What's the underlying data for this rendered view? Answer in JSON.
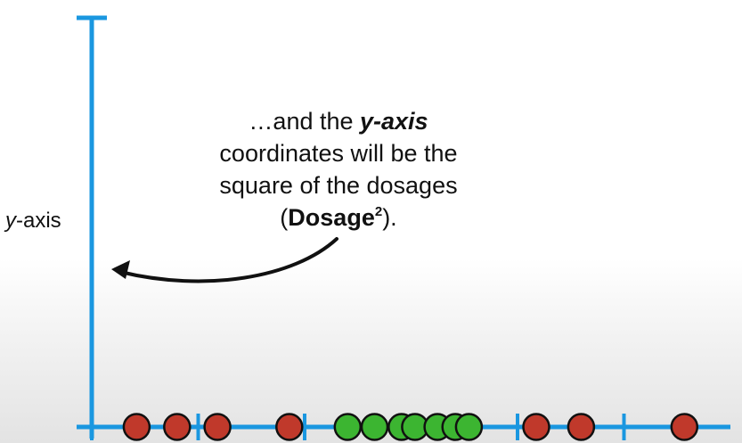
{
  "callout": {
    "line1_pre": "…and the ",
    "line1_bold": "y-axis",
    "line2": "coordinates will be the",
    "line3": "square of the dosages",
    "line4_open": "(",
    "line4_bold": "Dosage",
    "line4_sup": "2",
    "line4_close": ")."
  },
  "y_axis_label": {
    "italic": "y",
    "rest": "-axis"
  },
  "colors": {
    "axis": "#1a97e0",
    "red_point": "#c0392b",
    "green_point": "#3cb531",
    "point_outline": "#111111",
    "arrow": "#111111"
  },
  "chart_data": {
    "type": "scatter",
    "x_axis_ticks": 6,
    "points": [
      {
        "dose": 1.0,
        "class": "red"
      },
      {
        "dose": 1.9,
        "class": "red"
      },
      {
        "dose": 2.8,
        "class": "red"
      },
      {
        "dose": 4.4,
        "class": "red"
      },
      {
        "dose": 5.7,
        "class": "green"
      },
      {
        "dose": 6.3,
        "class": "green"
      },
      {
        "dose": 6.9,
        "class": "green"
      },
      {
        "dose": 7.2,
        "class": "green"
      },
      {
        "dose": 7.7,
        "class": "green"
      },
      {
        "dose": 8.1,
        "class": "green"
      },
      {
        "dose": 8.4,
        "class": "green"
      },
      {
        "dose": 9.9,
        "class": "red"
      },
      {
        "dose": 10.9,
        "class": "red"
      },
      {
        "dose": 13.2,
        "class": "red"
      }
    ]
  }
}
